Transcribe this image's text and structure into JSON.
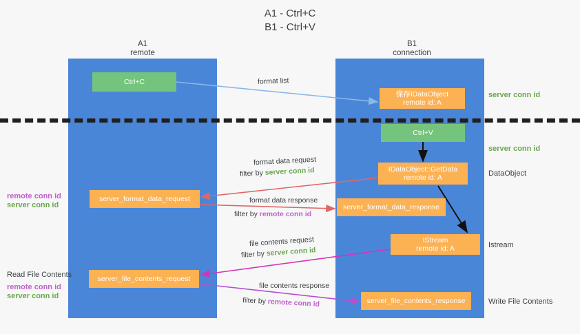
{
  "title": {
    "line1": "A1 - Ctrl+C",
    "line2": "B1 - Ctrl+V"
  },
  "columns": [
    {
      "name": "A1",
      "sub": "remote"
    },
    {
      "name": "B1",
      "sub": "connection"
    }
  ],
  "nodes": [
    {
      "id": "ctrl-c",
      "label": "Ctrl+C",
      "color": "#74c47d"
    },
    {
      "id": "idataobject-create",
      "line1": "保存IDataObject",
      "line2": "remote id: A",
      "color": "#fcb153"
    },
    {
      "id": "ctrl-v",
      "label": "Ctrl+V",
      "color": "#74c47d"
    },
    {
      "id": "getdata",
      "line1": "IDataObject::GetData",
      "line2": "remote id: A",
      "color": "#fcb153"
    },
    {
      "id": "server-format-data-request",
      "label": "server_format_data_request",
      "color": "#fcb153"
    },
    {
      "id": "server-format-data-response",
      "label": "server_format_data_response",
      "color": "#fcb153"
    },
    {
      "id": "istream",
      "line1": "IStream",
      "line2": "remote id: A",
      "color": "#fcb153"
    },
    {
      "id": "server-file-contents-request",
      "label": "server_file_contents_request",
      "color": "#fcb153"
    },
    {
      "id": "server-file-contents-response",
      "label": "server_file_contents_response",
      "color": "#fcb153"
    }
  ],
  "right_labels": [
    {
      "id": "server-conn-id-1",
      "text": "server conn id",
      "color": "#6aa84f"
    },
    {
      "id": "server-conn-id-2",
      "text": "server conn id",
      "color": "#6aa84f"
    },
    {
      "id": "dataobject",
      "text": "DataObject",
      "color": "#3c4043"
    },
    {
      "id": "istream",
      "text": "Istream",
      "color": "#3c4043"
    },
    {
      "id": "write-file-contents",
      "text": "Write File Contents",
      "color": "#3c4043"
    }
  ],
  "left_labels": [
    {
      "id": "remote-conn-id-1",
      "text": "remote conn id",
      "color": "#c061cb"
    },
    {
      "id": "server-conn-id-3",
      "text": "server conn id",
      "color": "#6aa84f"
    },
    {
      "id": "read-file-contents",
      "text": "Read File Contents",
      "color": "#3c4043"
    },
    {
      "id": "remote-conn-id-2",
      "text": "remote conn id",
      "color": "#c061cb"
    },
    {
      "id": "server-conn-id-4",
      "text": "server conn id",
      "color": "#6aa84f"
    }
  ],
  "edges": [
    {
      "id": "format-list",
      "label": "format list",
      "color": "#8ab8e8"
    },
    {
      "id": "format-data-request",
      "label": "format data request",
      "filter_prefix": "filter by ",
      "filter_value": "server conn id",
      "filter_color": "#6aa84f",
      "color": "#e06666"
    },
    {
      "id": "format-data-response",
      "label": "format data response",
      "filter_prefix": "filter by ",
      "filter_value": "remote conn id",
      "filter_color": "#c061cb",
      "color": "#e06666"
    },
    {
      "id": "file-contents-request",
      "label": "file contents request",
      "filter_prefix": "filter by ",
      "filter_value": "server conn id",
      "filter_color": "#6aa84f",
      "color": "#d633b8"
    },
    {
      "id": "file-contents-response",
      "label": "file contents response",
      "filter_prefix": "filter by ",
      "filter_value": "remote conn id",
      "filter_color": "#c061cb",
      "color": "#b44fd0"
    }
  ],
  "colors": {
    "lane": "#4a86d8",
    "green_node": "#74c47d",
    "orange_node": "#fcb153",
    "divider": "#1f1f1f",
    "background": "#f7f7f7"
  }
}
